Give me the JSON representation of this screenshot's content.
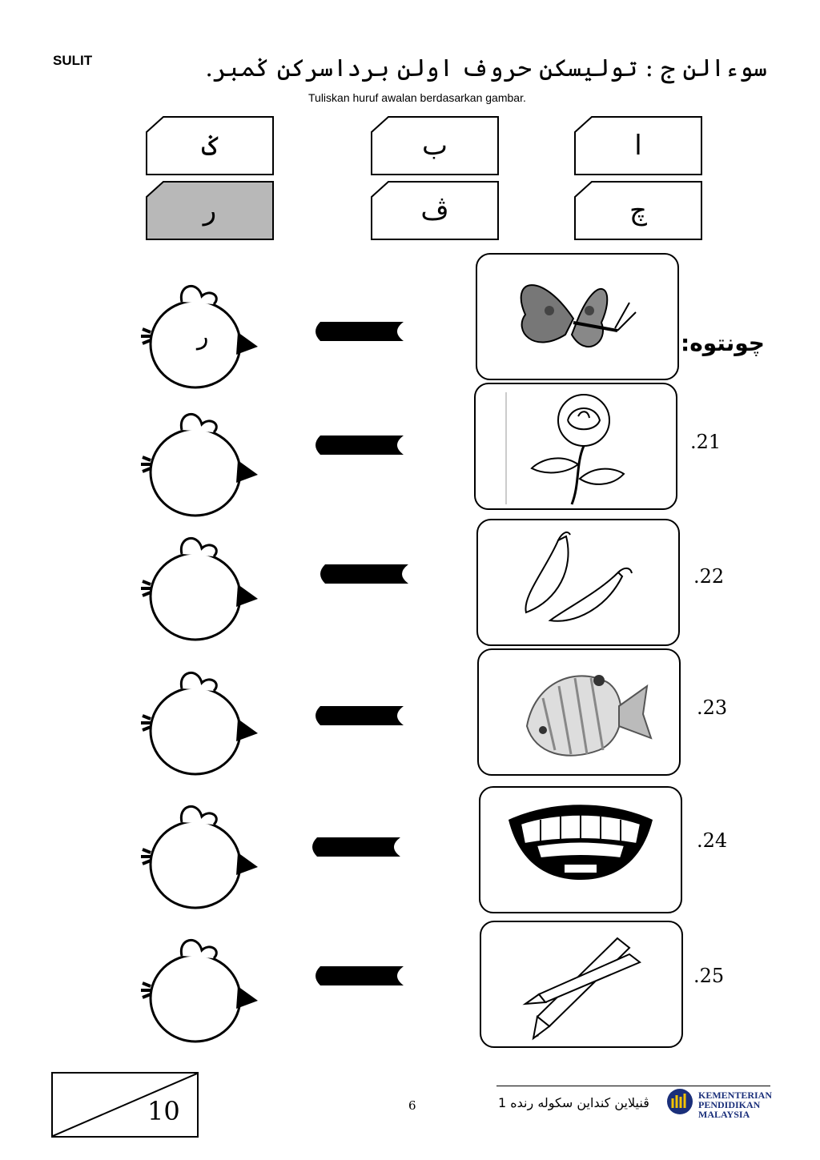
{
  "header": {
    "sulit": "SULIT",
    "title_jawi": "سوءالن ج : توليسكن حروف اولن برداسركن ݢمبر.",
    "subtitle": "Tuliskan huruf awalan berdasarkan gambar."
  },
  "letter_cards": [
    {
      "letter": "ݢ",
      "highlighted": false
    },
    {
      "letter": "ب",
      "highlighted": false
    },
    {
      "letter": "ا",
      "highlighted": false
    },
    {
      "letter": "ر",
      "highlighted": true
    },
    {
      "letter": "ڤ",
      "highlighted": false
    },
    {
      "letter": "چ",
      "highlighted": false
    }
  ],
  "example_label": "چونتوه:",
  "rows": [
    {
      "number": "",
      "answer": "ر",
      "picture": "butterfly-icon"
    },
    {
      "number": ".21",
      "answer": "",
      "picture": "rose-icon"
    },
    {
      "number": ".22",
      "answer": "",
      "picture": "chili-icon"
    },
    {
      "number": ".23",
      "answer": "",
      "picture": "fish-icon"
    },
    {
      "number": ".24",
      "answer": "",
      "picture": "teeth-icon"
    },
    {
      "number": ".25",
      "answer": "",
      "picture": "pencils-icon"
    }
  ],
  "footer": {
    "score": "10",
    "page_number": "6",
    "program_jawi": "ڤنيلاين كنداين سكوله رنده 1",
    "ministry": [
      "KEMENTERIAN",
      "PENDIDIKAN",
      "MALAYSIA"
    ]
  },
  "colors": {
    "highlight_card": "#b8b8b8",
    "ink": "#000000"
  }
}
